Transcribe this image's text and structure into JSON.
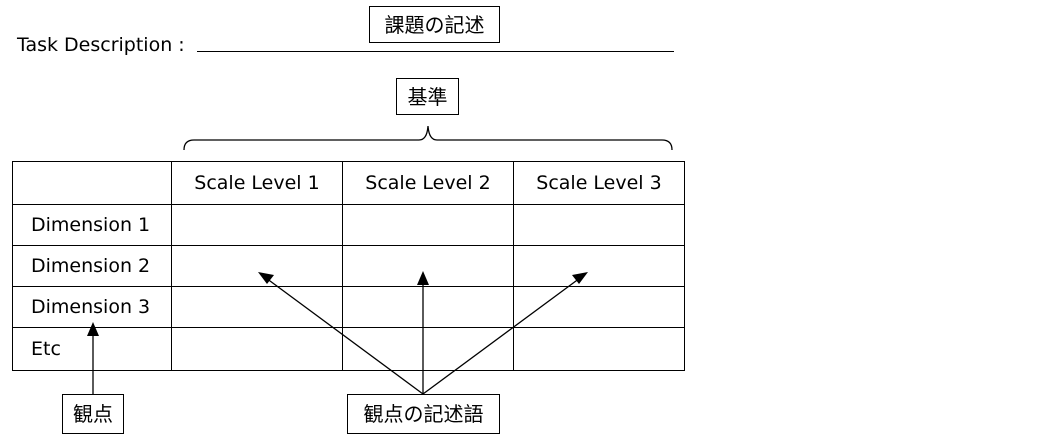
{
  "title_box": {
    "label": "課題の記述"
  },
  "task": {
    "label": "Task Description :"
  },
  "criteria_box": {
    "label": "基準"
  },
  "table": {
    "corner": "",
    "scale_levels": [
      "Scale Level 1",
      "Scale Level 2",
      "Scale Level 3"
    ],
    "dimensions": [
      "Dimension 1",
      "Dimension 2",
      "Dimension 3",
      "Etc"
    ]
  },
  "dimension_box": {
    "label": "観点"
  },
  "descriptor_box": {
    "label": "観点の記述語"
  }
}
